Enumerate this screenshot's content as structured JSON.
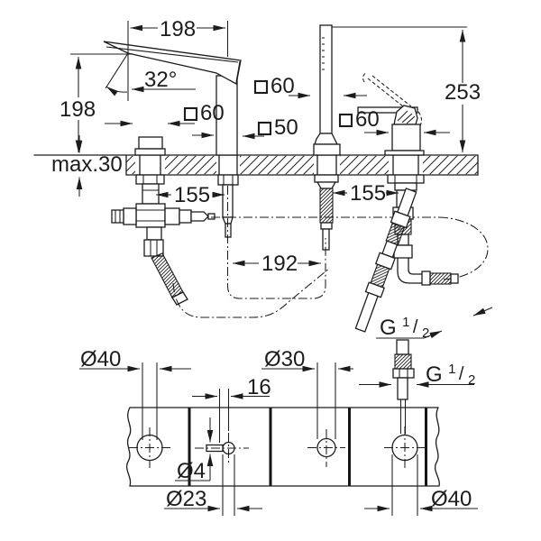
{
  "drawing_type": "faucet installation dimension drawing",
  "side_view": {
    "spout_length": "198",
    "spout_height": "198",
    "spout_angle": "32°",
    "overall_height": "253",
    "deck_thickness": "max.30",
    "pitch_left": "155",
    "pitch_center": "192",
    "pitch_right": "155",
    "valve_square": "60",
    "spout_square": "50",
    "shower_square": "60",
    "mixer_square": "60",
    "thread": {
      "letter": "G",
      "numerator": "1",
      "denominator": "2"
    }
  },
  "plan_view": {
    "hole_left": "Ø40",
    "pin_offset": "16",
    "pin_hole": "Ø4",
    "hole_handle": "Ø23",
    "hole_shower": "Ø30",
    "hole_right": "Ø40"
  },
  "colors": {
    "line": "#1c1c1c",
    "background": "#ffffff"
  }
}
